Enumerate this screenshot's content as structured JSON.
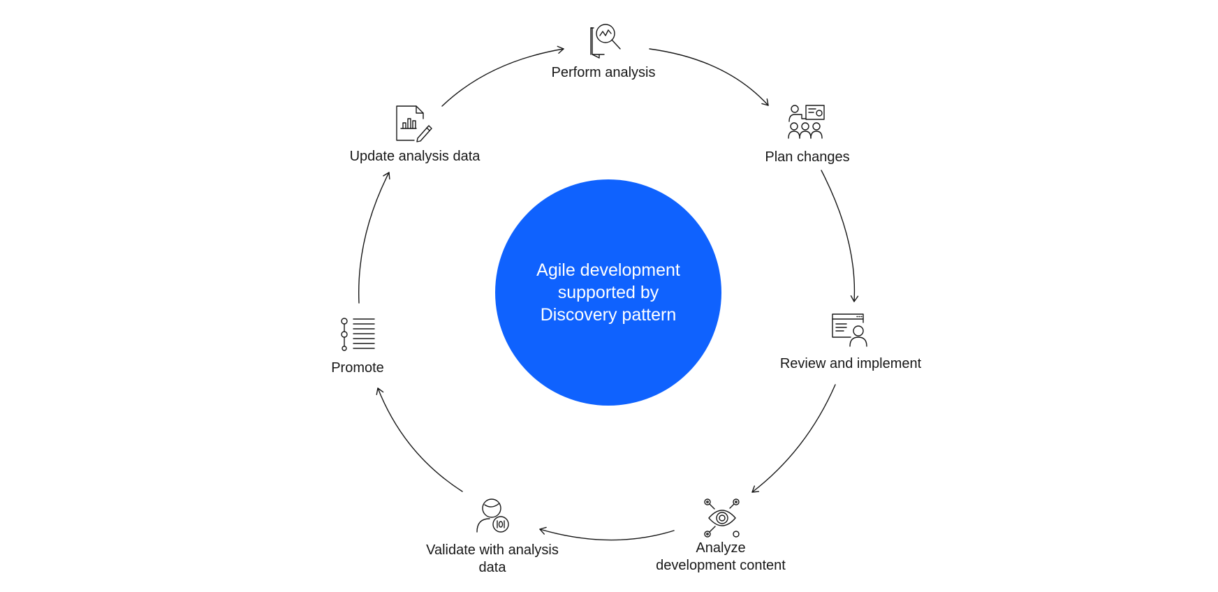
{
  "center": {
    "lines": [
      "Agile development",
      "supported by",
      "Discovery pattern"
    ],
    "color": "#0f62fe"
  },
  "steps": [
    {
      "id": "perform-analysis",
      "lines": [
        "Perform analysis"
      ],
      "icon": "analysis-magnifier-icon"
    },
    {
      "id": "plan-changes",
      "lines": [
        "Plan changes"
      ],
      "icon": "team-presentation-icon"
    },
    {
      "id": "review-and-implement",
      "lines": [
        "Review and implement"
      ],
      "icon": "user-document-icon"
    },
    {
      "id": "analyze-development-content",
      "lines": [
        "Analyze",
        "development content"
      ],
      "icon": "eye-network-icon"
    },
    {
      "id": "validate-with-analysis-data",
      "lines": [
        "Validate with analysis",
        "data"
      ],
      "icon": "person-data-icon"
    },
    {
      "id": "promote",
      "lines": [
        "Promote"
      ],
      "icon": "process-list-icon"
    },
    {
      "id": "update-analysis-data",
      "lines": [
        "Update analysis data"
      ],
      "icon": "report-edit-icon"
    }
  ],
  "line_color": "#161616"
}
